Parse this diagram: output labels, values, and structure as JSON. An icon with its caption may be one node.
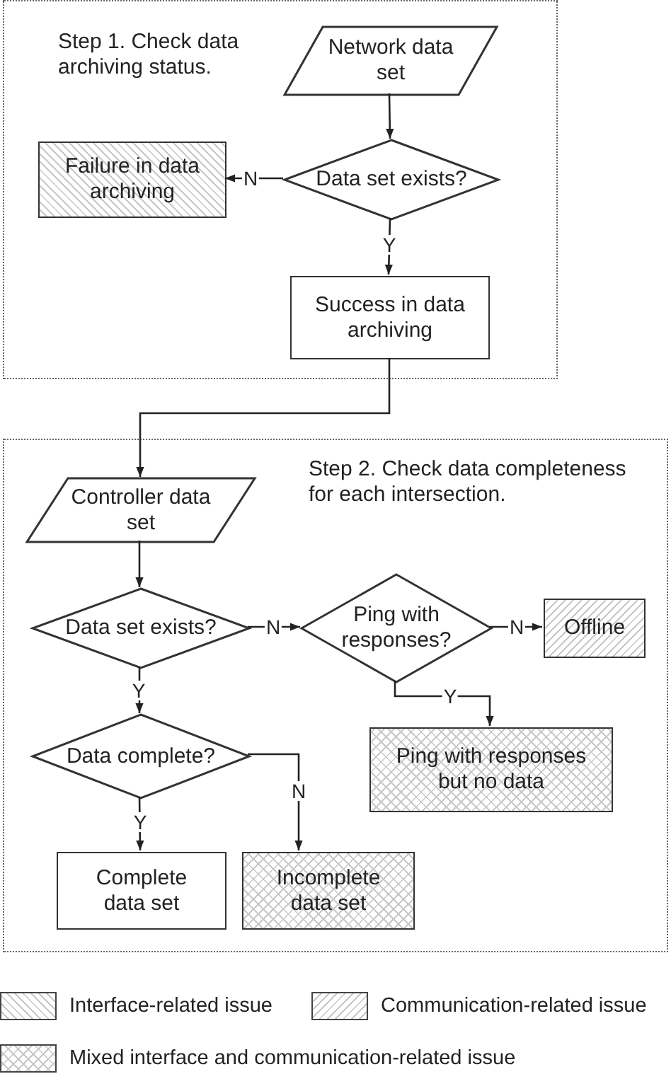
{
  "diagram": {
    "nodes": [
      {
        "text": [
          "Step 1. Check data archiving status."
        ]
      },
      {
        "text": [
          "Network data set"
        ],
        "in": 0
      },
      {
        "text": [
          "Data set exists?"
        ],
        "in": 0
      },
      {
        "text": [
          "Failure in data archiving"
        ],
        "in": 0
      },
      {
        "text": [
          "Success in data archiving"
        ],
        "in": 0
      },
      {
        "text": [
          "Step 2. Check data completeness for each intersection."
        ]
      },
      {
        "text": [
          "Controller data set"
        ],
        "in": 5
      },
      {
        "text": [
          "Data set exists?"
        ],
        "in": 5
      },
      {
        "text": [
          "Ping with responses?"
        ],
        "in": 5
      },
      {
        "text": [
          "Offline"
        ],
        "in": 5
      },
      {
        "text": [
          "Ping with responses but no data"
        ],
        "in": 5
      },
      {
        "text": [
          "Data complete?"
        ],
        "in": 5
      },
      {
        "text": [
          "Complete data set"
        ],
        "in": 5
      },
      {
        "text": [
          "Incomplete data set"
        ],
        "in": 5
      }
    ],
    "edges": [
      {
        "from": 1,
        "to": 2,
        "arrow": "to"
      },
      {
        "from": 2,
        "to": 3,
        "arrow": "to",
        "label": "N"
      },
      {
        "from": 2,
        "to": 4,
        "arrow": "to",
        "label": "Y"
      },
      {
        "from": 4,
        "to": 6,
        "arrow": "to"
      },
      {
        "from": 6,
        "to": 7,
        "arrow": "to"
      },
      {
        "from": 7,
        "to": 8,
        "arrow": "to",
        "label": "N"
      },
      {
        "from": 8,
        "to": 9,
        "arrow": "to",
        "label": "N"
      },
      {
        "from": 8,
        "to": 10,
        "arrow": "to",
        "label": "Y"
      },
      {
        "from": 7,
        "to": 11,
        "arrow": "to",
        "label": "Y"
      },
      {
        "from": 11,
        "to": 12,
        "arrow": "to",
        "label": "Y"
      },
      {
        "from": 11,
        "to": 13,
        "arrow": "to",
        "label": "N"
      }
    ],
    "legend": [
      {
        "text": "Interface-related issue"
      },
      {
        "text": "Communication-related issue"
      },
      {
        "text": "Mixed interface and communication-related issue"
      }
    ]
  }
}
